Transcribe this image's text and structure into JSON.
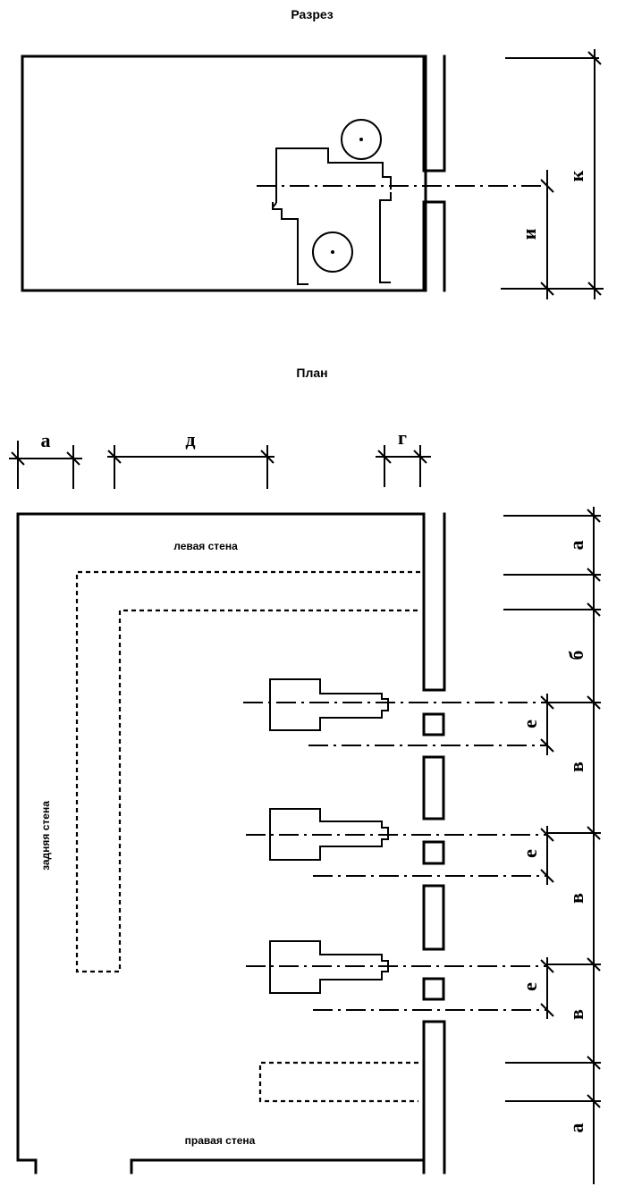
{
  "section": {
    "title": "Разрез",
    "dims": {
      "k": "к",
      "i": "и"
    }
  },
  "plan": {
    "title": "План",
    "walls": {
      "left": "левая стена",
      "back": "задняя стена",
      "right": "правая стена"
    },
    "dims": {
      "top_a": "а",
      "top_d": "д",
      "top_g": "г",
      "right_a_top": "а",
      "right_b": "б",
      "right_e": [
        "е",
        "е",
        "е"
      ],
      "right_v": [
        "в",
        "в",
        "в"
      ],
      "right_a_bottom": "а"
    }
  }
}
